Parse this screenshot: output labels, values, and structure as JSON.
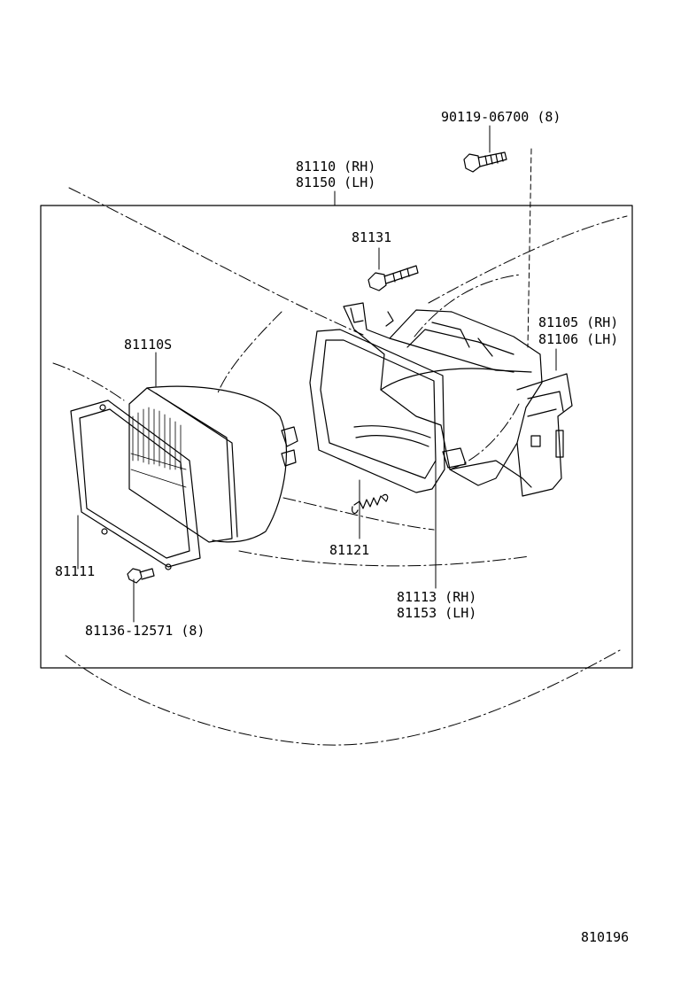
{
  "diagram": {
    "code": "810196",
    "parts": {
      "bolt_top": "90119-06700 (8)",
      "headlamp_assy_rh": "81110 (RH)",
      "headlamp_assy_lh": "81150 (LH)",
      "screw_81131": "81131",
      "sealed_beam": "81110S",
      "housing_rh": "81105 (RH)",
      "housing_lh": "81106 (LH)",
      "spring": "81121",
      "rim": "81111",
      "retaining_ring_rh": "81113 (RH)",
      "retaining_ring_lh": "81153 (LH)",
      "screw_bottom": "81136-12571 (8)"
    }
  }
}
